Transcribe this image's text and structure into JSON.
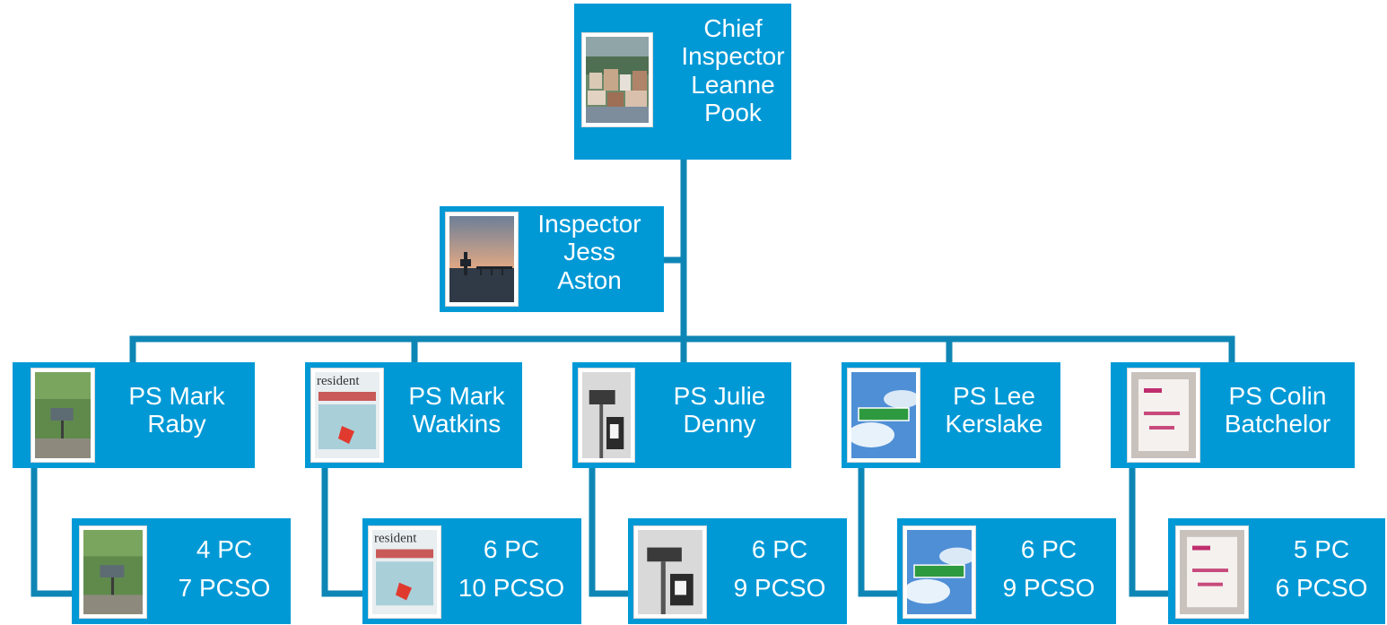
{
  "colors": {
    "box": "#0099d6",
    "line": "#0e86b5",
    "text": "#ffffff"
  },
  "chief": {
    "lines": [
      "Chief",
      "Inspector",
      "Leanne",
      "Pook"
    ],
    "photo_icon": "town-photo-icon"
  },
  "inspector": {
    "lines": [
      "Inspector",
      "Jess",
      "Aston"
    ],
    "photo_icon": "sunset-pier-photo-icon"
  },
  "sergeants": [
    {
      "lines": [
        "PS Mark",
        "Raby"
      ],
      "photo_icon": "village-sign-photo-icon",
      "team": {
        "pc": "4 PC",
        "pcso": "7 PCSO"
      }
    },
    {
      "lines": [
        "PS Mark",
        "Watkins"
      ],
      "photo_icon": "resident-magazine-photo-icon",
      "team": {
        "pc": "6 PC",
        "pcso": "10 PCSO"
      }
    },
    {
      "lines": [
        "PS Julie",
        "Denny"
      ],
      "photo_icon": "street-sign-photo-icon",
      "team": {
        "pc": "6 PC",
        "pcso": "9 PCSO"
      }
    },
    {
      "lines": [
        "PS Lee",
        "Kerslake"
      ],
      "photo_icon": "green-road-sign-photo-icon",
      "team": {
        "pc": "6 PC",
        "pcso": "9 PCSO"
      }
    },
    {
      "lines": [
        "PS Colin",
        "Batchelor"
      ],
      "photo_icon": "handwritten-sign-photo-icon",
      "team": {
        "pc": "5 PC",
        "pcso": "6 PCSO"
      }
    }
  ],
  "magazine_masthead": "resident"
}
